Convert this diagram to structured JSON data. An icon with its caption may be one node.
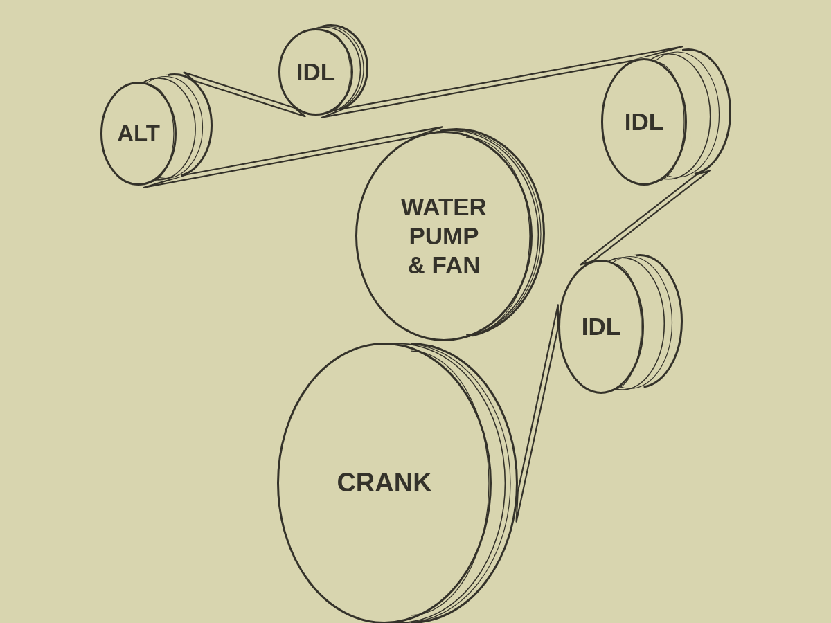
{
  "diagram": {
    "nodes": [
      {
        "text": [
          "IDL"
        ]
      },
      {
        "text": [
          "ALT"
        ]
      },
      {
        "text": [
          "IDL"
        ]
      },
      {
        "text": [
          "WATER PUMP & FAN"
        ]
      },
      {
        "text": [
          "IDL"
        ]
      },
      {
        "text": [
          "CRANK"
        ]
      }
    ],
    "edges": [
      {
        "from": 1,
        "to": 0,
        "arrow": "none"
      },
      {
        "from": 0,
        "to": 2,
        "arrow": "none"
      },
      {
        "from": 2,
        "to": 4,
        "arrow": "none"
      },
      {
        "from": 4,
        "to": 5,
        "arrow": "none"
      },
      {
        "from": 3,
        "to": 1,
        "arrow": "none"
      }
    ]
  }
}
